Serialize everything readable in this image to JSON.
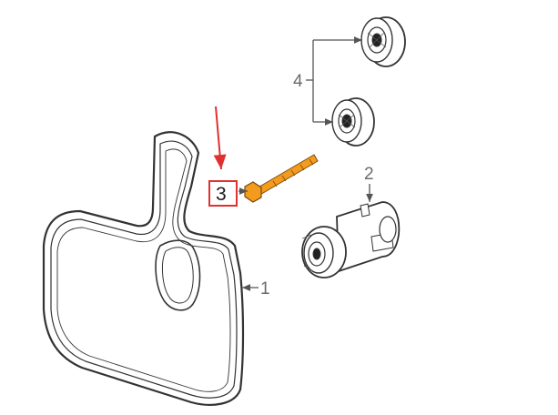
{
  "diagram": {
    "callouts": {
      "belt": "1",
      "tensioner": "2",
      "bolt": "3",
      "idler_pulleys": "4"
    },
    "highlight_color": "#e03030",
    "bolt_color": "#f29b1c",
    "line_color": "#333333"
  }
}
